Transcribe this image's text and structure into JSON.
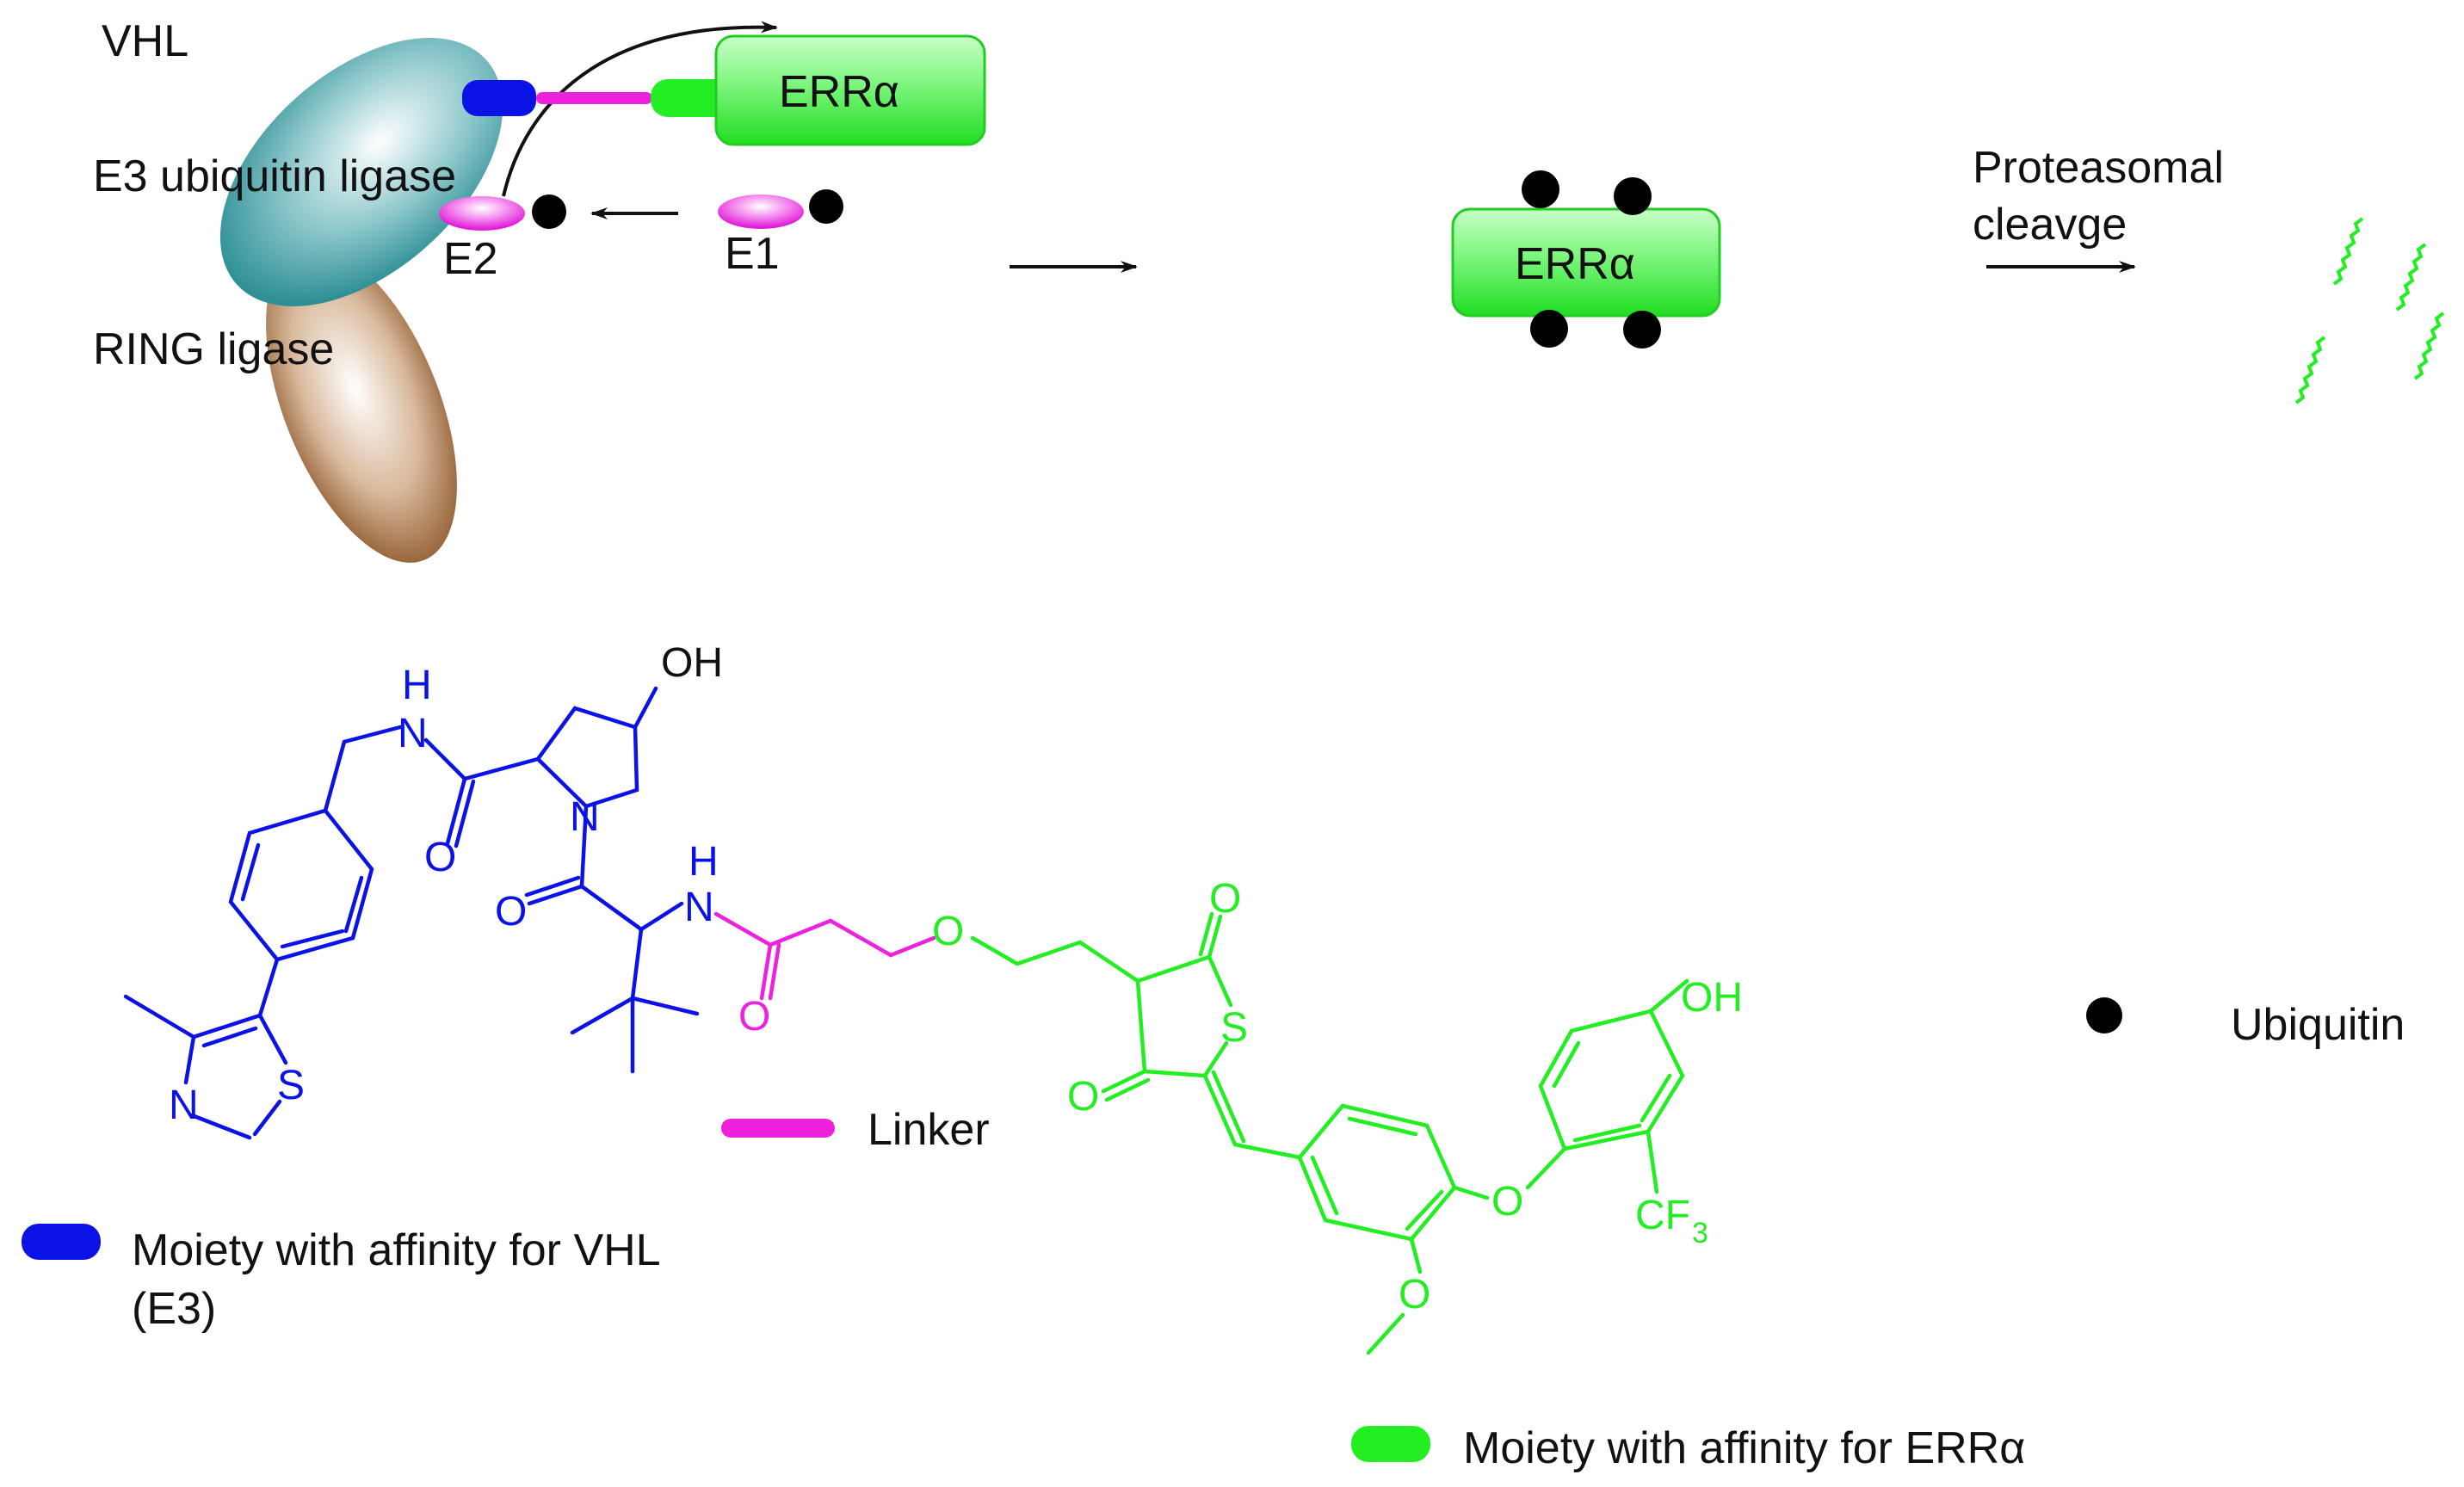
{
  "colors": {
    "vhl_moiety": "#0a12e6",
    "linker": "#ee22dd",
    "err_moiety": "#22ee22",
    "ubiquitin": "#000000",
    "e3_ellipse": "#2e8f95",
    "ring_ellipse": "#8a5426",
    "err_box": "#55f055"
  },
  "scheme": {
    "vhl_label": "VHL",
    "e3_label": "E3 ubiquitin ligase",
    "ring_label": "RING ligase",
    "err_box_label": "ERRα",
    "e2_label": "E2",
    "e1_label": "E1",
    "err_box2_label": "ERRα",
    "proteasome_label_line1": "Proteasomal",
    "proteasome_label_line2": "cleavge"
  },
  "legend": {
    "ubiquitin_label": "Ubiquitin",
    "linker_label": "Linker",
    "vhl_line1": "Moiety with affinity for VHL",
    "vhl_line2": "(E3)",
    "err_label": "Moiety with affinity for ERRα"
  },
  "structure": {
    "atoms": {
      "OH_top": "OH",
      "H_amide1": "H",
      "N_amide1": "N",
      "O_amide1": "O",
      "N_pyrrolidine": "N",
      "H_amide2": "H",
      "N_amide2": "N",
      "O_amide2": "O",
      "O_linker_carbonyl": "O",
      "O_ether": "O",
      "N_thiazole": "N",
      "S_thiazole": "S",
      "O_lactone_top": "O",
      "S_ring": "S",
      "O_ketone": "O",
      "OH_phenol": "OH",
      "O_diaryl": "O",
      "O_methoxy": "O",
      "CF3_main": "CF",
      "CF3_sub": "3"
    }
  }
}
